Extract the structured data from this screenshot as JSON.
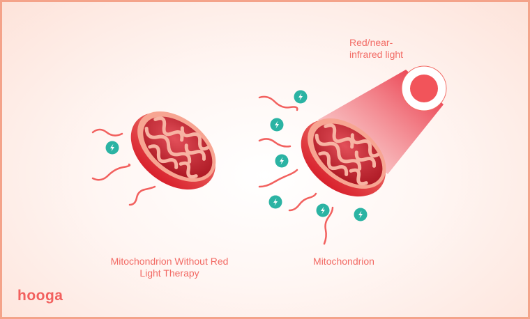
{
  "labels": {
    "light": "Red/near-\ninfrared light",
    "light_line1": "Red/near-",
    "light_line2": "infrared light",
    "left_caption_line1": "Mitochondrion Without Red",
    "left_caption_line2": "Light Therapy",
    "right_caption": "Mitochondrion"
  },
  "logo": "hooga",
  "icons": {
    "energy": "lightning-bolt-icon",
    "light_source": "light-source-icon"
  },
  "colors": {
    "accent": "#f26a64",
    "teal": "#2bb3a3",
    "border": "#f4a38a",
    "mito_dark": "#d92a32"
  }
}
